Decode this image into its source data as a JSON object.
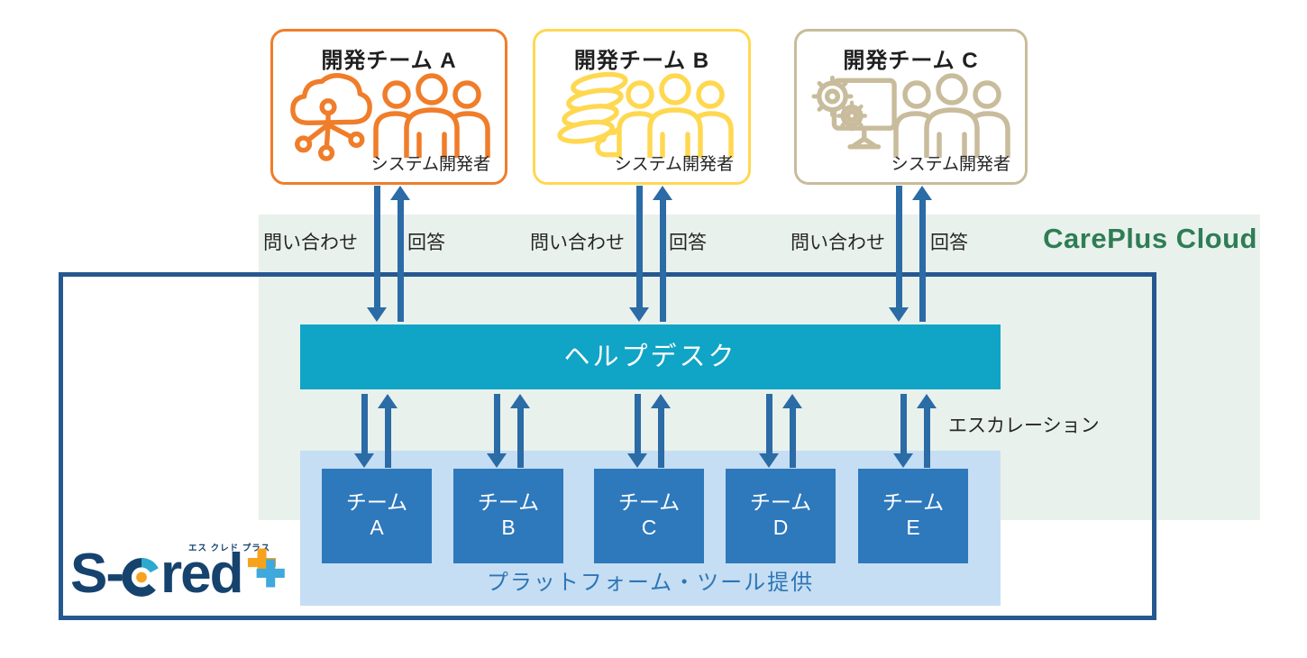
{
  "cloud": {
    "label": "CarePlus Cloud",
    "bg_color": "#E9F1EC",
    "label_color": "#2E7D54"
  },
  "dev_teams": [
    {
      "title": "開発チーム A",
      "member_label": "システム開発者",
      "accent_color": "#F07D2A",
      "icon": "cloud-network-icon"
    },
    {
      "title": "開発チーム B",
      "member_label": "システム開発者",
      "accent_color": "#FFD851",
      "icon": "database-cloud-icon"
    },
    {
      "title": "開発チーム C",
      "member_label": "システム開発者",
      "accent_color": "#C8BC9C",
      "icon": "gears-monitor-icon"
    }
  ],
  "flow_labels": {
    "inquiry": "問い合わせ",
    "answer": "回答",
    "escalation": "エスカレーション"
  },
  "helpdesk": {
    "label": "ヘルプデスク",
    "bg_color": "#10A4C6"
  },
  "platform": {
    "label": "プラットフォーム・ツール提供",
    "bg_color": "#C5DEF3",
    "label_color": "#2E75B6",
    "team_box_color": "#2E78BC"
  },
  "support_teams": [
    {
      "line1": "チーム",
      "line2": "A"
    },
    {
      "line1": "チーム",
      "line2": "B"
    },
    {
      "line1": "チーム",
      "line2": "C"
    },
    {
      "line1": "チーム",
      "line2": "D"
    },
    {
      "line1": "チーム",
      "line2": "E"
    }
  ],
  "logo": {
    "part1": "S-",
    "part2": "red",
    "furigana": "エス クレド プラス",
    "navy": "#16436E",
    "teal": "#2BAACF",
    "orange": "#F6A21E",
    "blue": "#3FA8DC"
  },
  "frame_color": "#265890",
  "arrow_color": "#2B6BA6"
}
